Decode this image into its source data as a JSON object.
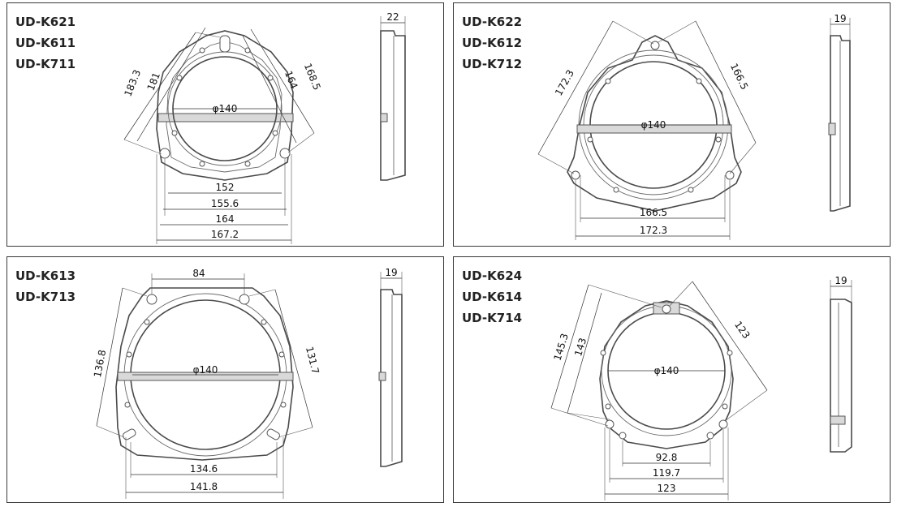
{
  "panels": [
    {
      "id": "ud-k621",
      "models": [
        "UD-K621",
        "UD-K611",
        "UD-K711"
      ],
      "dims": {
        "side_left_outer": "183.3",
        "side_left_inner": "181",
        "side_right_outer": "168.5",
        "side_right_inner": "164",
        "diameter": "φ140",
        "width_1": "152",
        "width_2": "155.6",
        "width_3": "164",
        "width_4": "167.2",
        "depth": "22"
      }
    },
    {
      "id": "ud-k622",
      "models": [
        "UD-K622",
        "UD-K612",
        "UD-K712"
      ],
      "dims": {
        "side_left": "172.3",
        "side_right": "166.5",
        "diameter": "φ140",
        "width_1": "166.5",
        "width_2": "172.3",
        "depth": "19"
      }
    },
    {
      "id": "ud-k613",
      "models": [
        "UD-K613",
        "UD-K713"
      ],
      "dims": {
        "top_width": "84",
        "side_left": "136.8",
        "side_right": "131.7",
        "diameter": "φ140",
        "width_1": "134.6",
        "width_2": "141.8",
        "depth": "19"
      }
    },
    {
      "id": "ud-k624",
      "models": [
        "UD-K624",
        "UD-K614",
        "UD-K714"
      ],
      "dims": {
        "side_left_outer": "145.3",
        "side_left_inner": "143",
        "side_right": "123",
        "diameter": "φ140",
        "width_1": "92.8",
        "width_2": "119.7",
        "width_3": "123",
        "depth": "19"
      }
    }
  ]
}
